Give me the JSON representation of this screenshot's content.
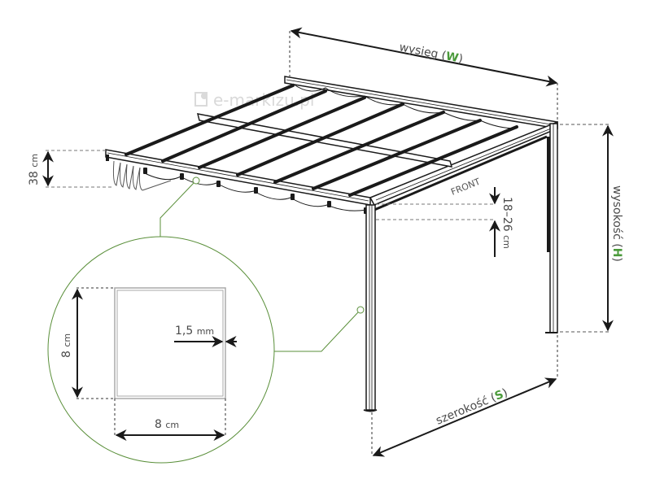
{
  "watermark": "e-markizu.pl",
  "dimensions": {
    "width": {
      "label": "wysięg",
      "symbol": "W"
    },
    "height": {
      "label": "wysokość",
      "symbol": "H"
    },
    "depth": {
      "label": "szerokość",
      "symbol": "S"
    },
    "fabric_drop": {
      "value": "38",
      "unit": "cm"
    },
    "beam_height": {
      "value": "18–26",
      "unit": "cm"
    }
  },
  "front_label": "FRONT",
  "detail": {
    "profile_height": {
      "value": "8",
      "unit": "cm"
    },
    "profile_width": {
      "value": "8",
      "unit": "cm"
    },
    "wall_thickness": {
      "value": "1,5",
      "unit": "mm"
    }
  },
  "colors": {
    "accent": "#4a9a3a",
    "leader": "#5a8f3a",
    "structure": "#1a1a1a",
    "dim_text": "#4a4a4a",
    "dashed": "#666666"
  }
}
